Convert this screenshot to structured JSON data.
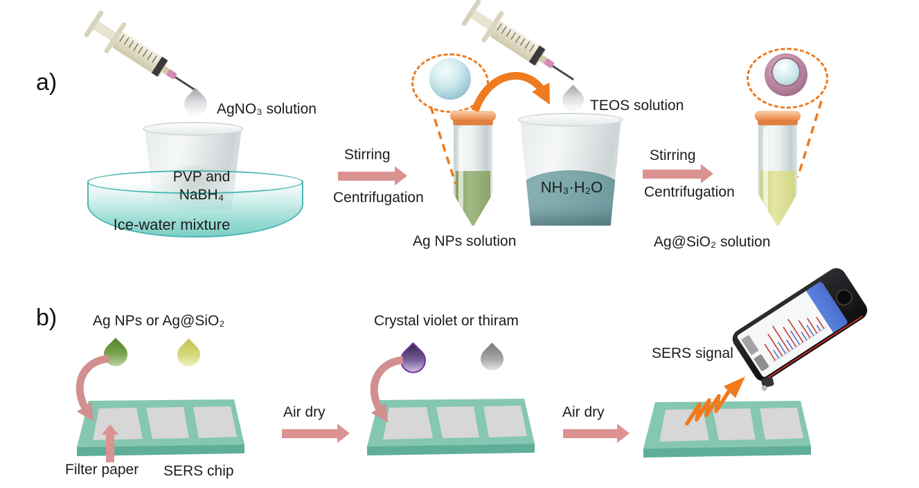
{
  "figure": {
    "panel_a": {
      "label": "a)",
      "agno3_label": "AgNO₃ solution",
      "beaker_line1": "PVP and",
      "beaker_line2": "NaBH₄",
      "bath_label": "Ice-water mixture",
      "step_arrow_1": {
        "top": "Stirring",
        "bottom": "Centrifugation"
      },
      "tube1_label": "Ag NPs solution",
      "teos_label": "TEOS solution",
      "ammonia_label": "NH₃·H₂O",
      "step_arrow_2": {
        "top": "Stirring",
        "bottom": "Centrifugation"
      },
      "tube2_label": "Ag@SiO₂ solution"
    },
    "panel_b": {
      "label": "b)",
      "nps_drops_label": "Ag NPs or Ag@SiO₂",
      "filter_paper_label": "Filter paper",
      "chip_label": "SERS chip",
      "air_dry_1": "Air dry",
      "analyte_drops_label": "Crystal violet or thiram",
      "air_dry_2": "Air dry",
      "sers_signal_label": "SERS signal"
    },
    "colors": {
      "arrow_pink": "#db9392",
      "accent_orange": "#ee7b20",
      "chip_teal": "#85c7b1",
      "chip_edge_teal": "#5fae99",
      "filter_paper_gray": "#d6d7d6",
      "ag_nps_green": "#6f9c44",
      "ag_sio2_yellow": "#c9cc5c",
      "crystal_violet_purple": "#7030a0",
      "thiram_gray": "#909093",
      "bath_teal": "#4ab7af",
      "ammonia_teal": "#7fa9ac",
      "tube_green_liquid": "#95ab74",
      "tube_yellow_liquid": "#d6d98e",
      "cap_orange": "#ea7f3f"
    }
  }
}
